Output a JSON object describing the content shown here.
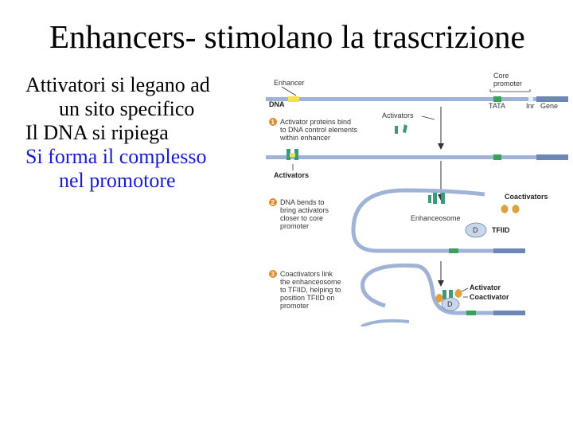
{
  "slide": {
    "title": "Enhancers- stimolano la trascrizione",
    "bullets": [
      {
        "line1": "Attivatori si legano ad",
        "line2": "un sito specifico"
      },
      {
        "line1": "Il DNA si ripiega",
        "line2": ""
      },
      {
        "line1": "Si forma il complesso",
        "line2": "nel promotore"
      }
    ]
  },
  "figure": {
    "labels": {
      "enhancer": "Enhancer",
      "core_promoter_1": "Core",
      "core_promoter_2": "promoter",
      "dna": "DNA",
      "tata": "TATA",
      "inr": "Inr",
      "gene": "Gene",
      "activators_top": "Activators",
      "activators_bottom": "Activators",
      "coactivators": "Coactivators",
      "enhanceosome": "Enhanceosome",
      "tfiid": "TFIID",
      "d": "D",
      "d2": "D",
      "activator": "Activator",
      "coactivator": "Coactivator"
    },
    "steps": [
      {
        "num": "1",
        "lines": [
          "Activator proteins bind",
          "to DNA control elements",
          "within enhancer"
        ]
      },
      {
        "num": "2",
        "lines": [
          "DNA bends to",
          "bring activators",
          "closer to core",
          "promoter"
        ]
      },
      {
        "num": "3",
        "lines": [
          "Coactivators link",
          "the enhanceosome",
          "to TFIID, helping to",
          "position TFIID on",
          "promoter"
        ]
      }
    ],
    "colors": {
      "dna": "#9fb3d6",
      "dna_dark": "#6c86b5",
      "enhancer": "#f2e34a",
      "tata": "#3aa05a",
      "activator": "#3a9a7a",
      "coactivator": "#e0a13a",
      "tfiid": "#c9d6ea",
      "step_badge": "#e08a2a"
    }
  }
}
